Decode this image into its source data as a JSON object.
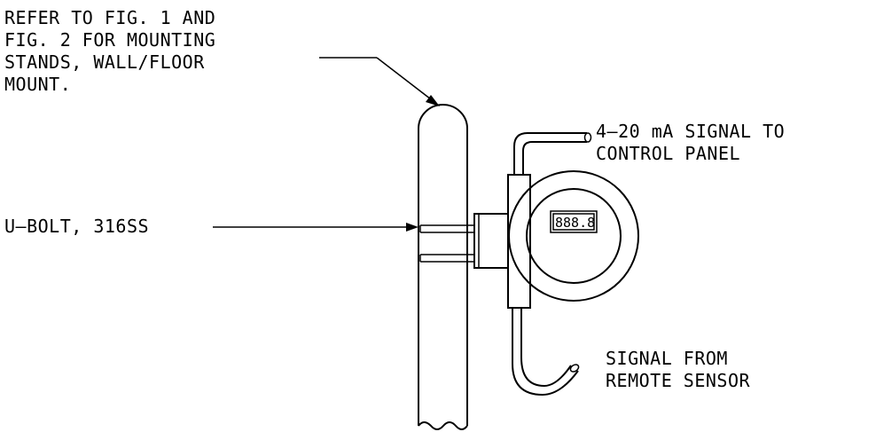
{
  "notes": {
    "mounting": [
      "REFER TO FIG. 1 AND",
      "FIG. 2 FOR MOUNTING",
      "STANDS, WALL/FLOOR",
      "MOUNT."
    ],
    "signal_out": [
      "4–20 mA SIGNAL TO",
      "CONTROL PANEL"
    ],
    "ubolt": "U–BOLT, 316SS",
    "signal_in": [
      "SIGNAL FROM",
      "REMOTE SENSOR"
    ]
  },
  "display": {
    "readout": "888.8"
  }
}
